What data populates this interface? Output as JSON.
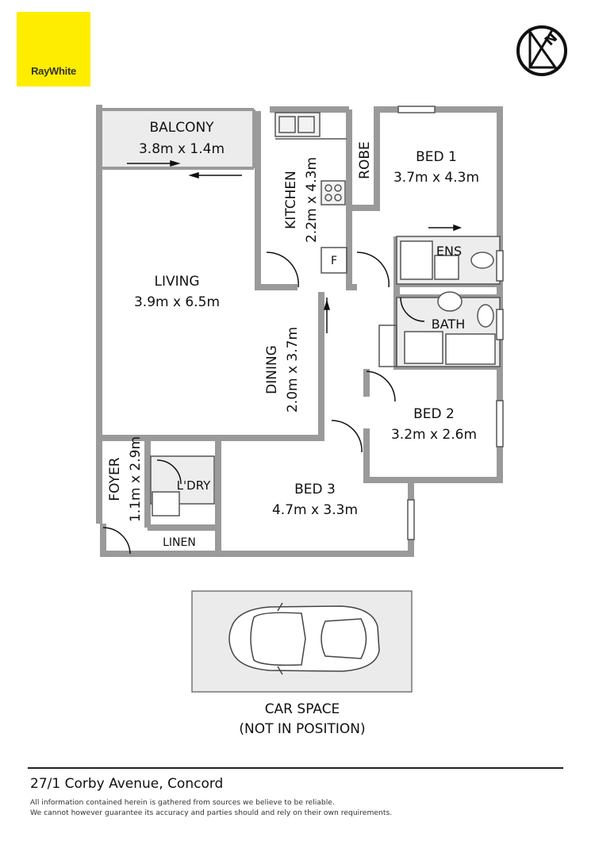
{
  "brand": {
    "name": "RayWhite",
    "color": "#ffed00"
  },
  "north_symbol": "N",
  "rooms": {
    "balcony": {
      "name": "BALCONY",
      "size": "3.8m x 1.4m"
    },
    "living": {
      "name": "LIVING",
      "size": "3.9m x 6.5m"
    },
    "kitchen": {
      "name": "KITCHEN",
      "size": "2.2m x 4.3m"
    },
    "fridge": "F",
    "robe": "ROBE",
    "bed1": {
      "name": "BED 1",
      "size": "3.7m x 4.3m"
    },
    "ens": "ENS",
    "bath": "BATH",
    "dining": {
      "name": "DINING",
      "size": "2.0m x 3.7m"
    },
    "bed2": {
      "name": "BED 2",
      "size": "3.2m x 2.6m"
    },
    "foyer": {
      "name": "FOYER",
      "size": "1.1m x 2.9m"
    },
    "laundry": "L'DRY",
    "linen": "LINEN",
    "bed3": {
      "name": "BED 3",
      "size": "4.7m x 3.3m"
    }
  },
  "car_space": {
    "line1": "CAR SPACE",
    "line2": "(NOT IN POSITION)"
  },
  "footer": {
    "address": "27/1 Corby Avenue, Concord",
    "disclaimer_line1": "All information contained herein is gathered from sources we believe to be reliable.",
    "disclaimer_line2": "We cannot however guarantee its accuracy and parties should and rely on their own requirements."
  }
}
